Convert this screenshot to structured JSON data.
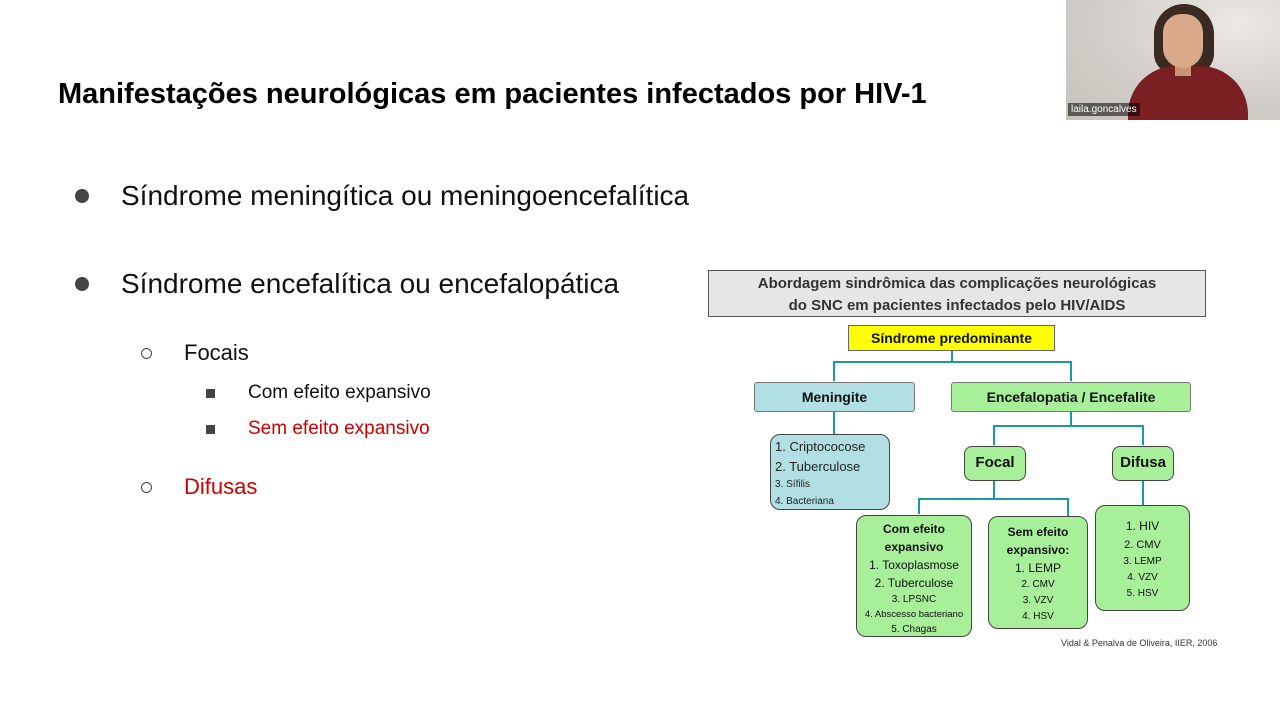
{
  "slide": {
    "title": "Manifestações neurológicas em pacientes infectados por HIV-1",
    "bullets": {
      "b1": "Síndrome meningítica ou meningoencefalítica",
      "b2": "Síndrome encefalítica ou encefalopática",
      "focais": "Focais",
      "com_efeito": "Com efeito expansivo",
      "sem_efeito": "Sem efeito expansivo",
      "difusas": "Difusas"
    }
  },
  "webcam": {
    "participant_name": "laila.goncalves"
  },
  "diagram": {
    "header_line1": "Abordagem sindrômica das complicações neurológicas",
    "header_line2": "do SNC em pacientes infectados pelo HIV/AIDS",
    "root": "Síndrome predominante",
    "meningite": "Meningite",
    "encefalopatia": "Encefalopatia / Encefalite",
    "meningite_list": [
      "1. Criptococose",
      "2. Tuberculose",
      "3. Sífilis",
      "4. Bacteriana"
    ],
    "focal": "Focal",
    "difusa": "Difusa",
    "com_efeito_title1": "Com efeito",
    "com_efeito_title2": "expansivo",
    "com_efeito_list": [
      "1. Toxoplasmose",
      "2. Tuberculose",
      "3. LPSNC",
      "4. Abscesso bacteriano",
      "5. Chagas"
    ],
    "sem_efeito_title1": "Sem efeito",
    "sem_efeito_title2": "expansivo:",
    "sem_efeito_list": [
      "1. LEMP",
      "2. CMV",
      "3. VZV",
      "4. HSV"
    ],
    "difusa_list": [
      "1. HIV",
      "2. CMV",
      "3. LEMP",
      "4. VZV",
      "5. HSV"
    ],
    "citation": "Vidal & Penalva de Oliveira, IIER, 2006"
  },
  "colors": {
    "accent_red": "#cc0000",
    "root_fill": "#ffff00",
    "meningite_fill": "#b2dfe3",
    "encef_fill": "#a8ef9a",
    "connector": "#1a9aa0"
  }
}
